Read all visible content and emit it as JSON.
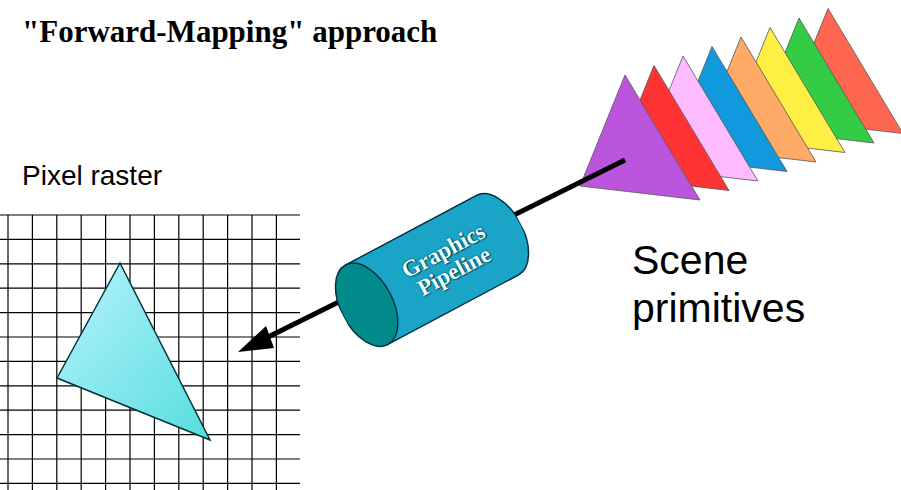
{
  "diagram": {
    "title": "\"Forward-Mapping\" approach",
    "nodes": [
      {
        "text": [
          "Graphics Pipeline"
        ]
      }
    ],
    "labels": [
      "Pixel raster",
      "Scene primitives"
    ]
  }
}
